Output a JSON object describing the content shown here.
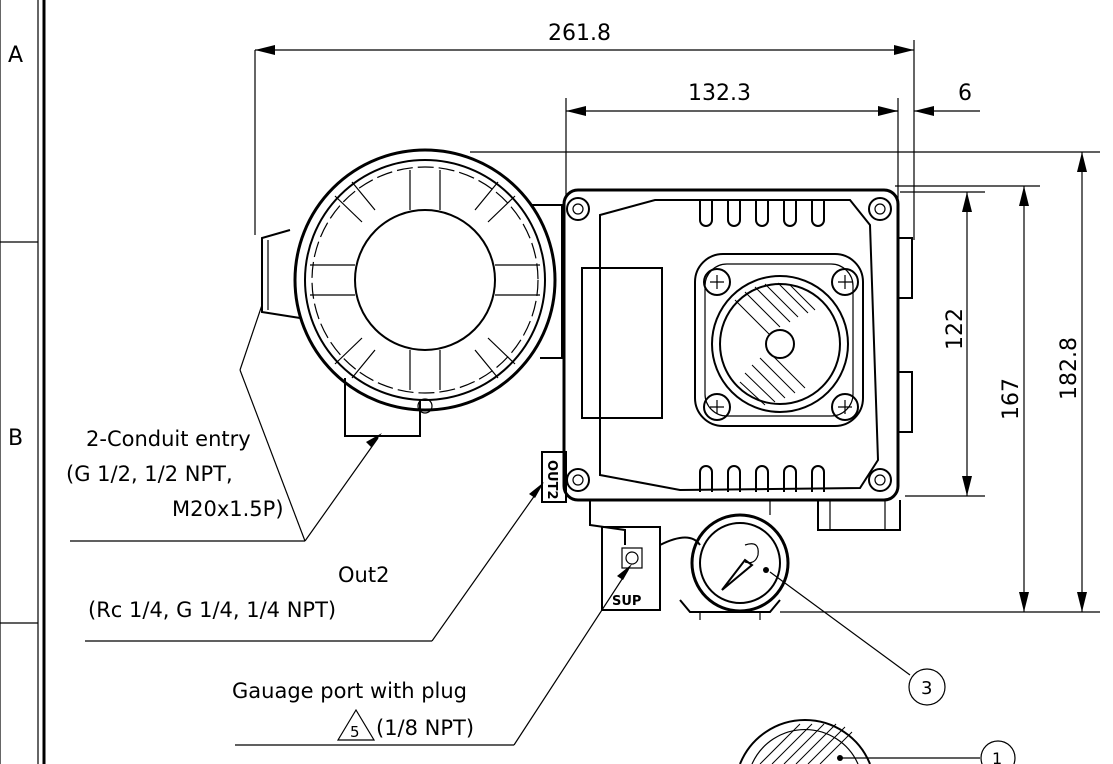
{
  "zone_labels": [
    "A",
    "B"
  ],
  "dimensions": {
    "overall_width": "261.8",
    "body_width": "132.3",
    "offset": "6",
    "inner_height": "122",
    "body_height": "167",
    "overall_height": "182.8"
  },
  "callouts": {
    "conduit_line1": "2-Conduit entry",
    "conduit_line2": "(G 1/2, 1/2 NPT,",
    "conduit_line3": "M20x1.5P)",
    "out2_line1": "Out2",
    "out2_line2": "(Rc 1/4, G 1/4, 1/4 NPT)",
    "gauge_line1": "Gauage port with plug",
    "gauge_line2": "(1/8 NPT)",
    "gauge_note_number": "5"
  },
  "ports": {
    "out2": "OUT2",
    "sup": "SUP"
  },
  "balloons": [
    "3",
    "1"
  ]
}
